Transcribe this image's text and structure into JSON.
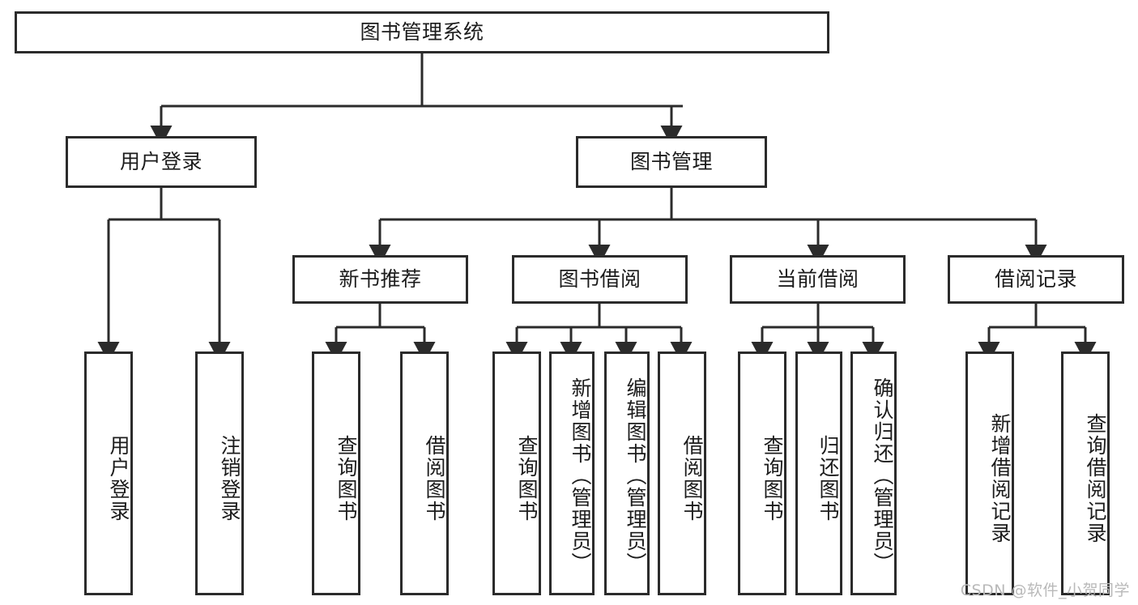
{
  "diagram": {
    "title": "图书管理系统",
    "type": "tree-hierarchy",
    "watermark": "CSDN @软件_小贺同学",
    "colors": {
      "box_border": "#2b2b2b",
      "box_fill": "#ffffff",
      "connector": "#2b2b2b",
      "text": "#1c1c1c",
      "watermark": "#b9b9b9"
    },
    "root": {
      "label": "图书管理系统"
    },
    "level1": [
      {
        "label": "用户登录"
      },
      {
        "label": "图书管理"
      }
    ],
    "level2": [
      {
        "label": "新书推荐"
      },
      {
        "label": "图书借阅"
      },
      {
        "label": "当前借阅"
      },
      {
        "label": "借阅记录"
      }
    ],
    "leaves": {
      "user_login": [
        {
          "label": "用户登录"
        },
        {
          "label": "注销登录"
        }
      ],
      "new_book_recommend": [
        {
          "label": "查询图书"
        },
        {
          "label": "借阅图书"
        }
      ],
      "book_borrow": [
        {
          "label": "查询图书"
        },
        {
          "label": "新增图书（管理员）"
        },
        {
          "label": "编辑图书（管理员）"
        },
        {
          "label": "借阅图书"
        }
      ],
      "current_borrow": [
        {
          "label": "查询图书"
        },
        {
          "label": "归还图书"
        },
        {
          "label": "确认归还（管理员）"
        }
      ],
      "borrow_record": [
        {
          "label": "新增借阅记录"
        },
        {
          "label": "查询借阅记录"
        }
      ]
    }
  }
}
